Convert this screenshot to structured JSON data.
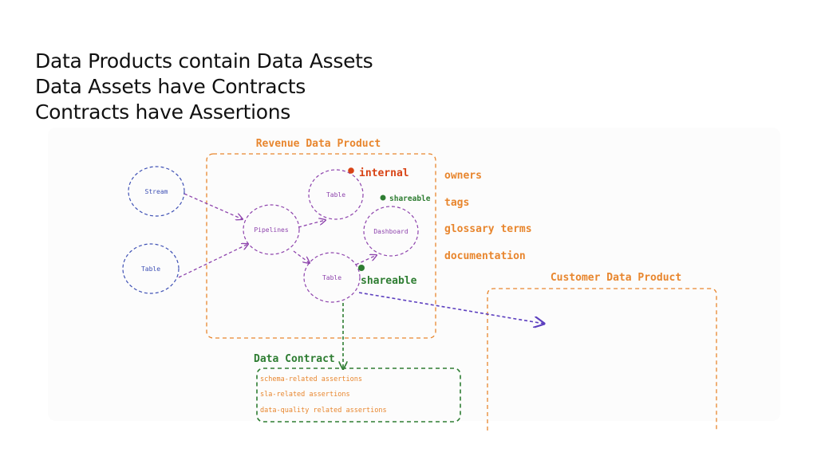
{
  "headlines": [
    "Data Products contain Data Assets",
    "Data Assets have Contracts",
    "Contracts have Assertions"
  ],
  "diagram": {
    "revenue_product": "Revenue Data Product",
    "customer_product": "Customer Data Product",
    "nodes": {
      "stream": "Stream",
      "table_left": "Table",
      "pipelines": "Pipelines",
      "table_top": "Table",
      "dashboard": "Dashboard",
      "table_bottom": "Table"
    },
    "tags": {
      "internal": "internal",
      "shareable_small": "shareable",
      "shareable_large": "shareable"
    },
    "metadata": [
      "owners",
      "tags",
      "glossary terms",
      "documentation"
    ],
    "contract": {
      "title": "Data Contract",
      "assertions": [
        "schema-related assertions",
        "sla-related assertions",
        "data-quality related assertions"
      ]
    },
    "colors": {
      "orange": "#e8862e",
      "purple": "#8e44ad",
      "blue": "#3f51b5",
      "green": "#2e7d32",
      "red": "#d84315"
    }
  }
}
